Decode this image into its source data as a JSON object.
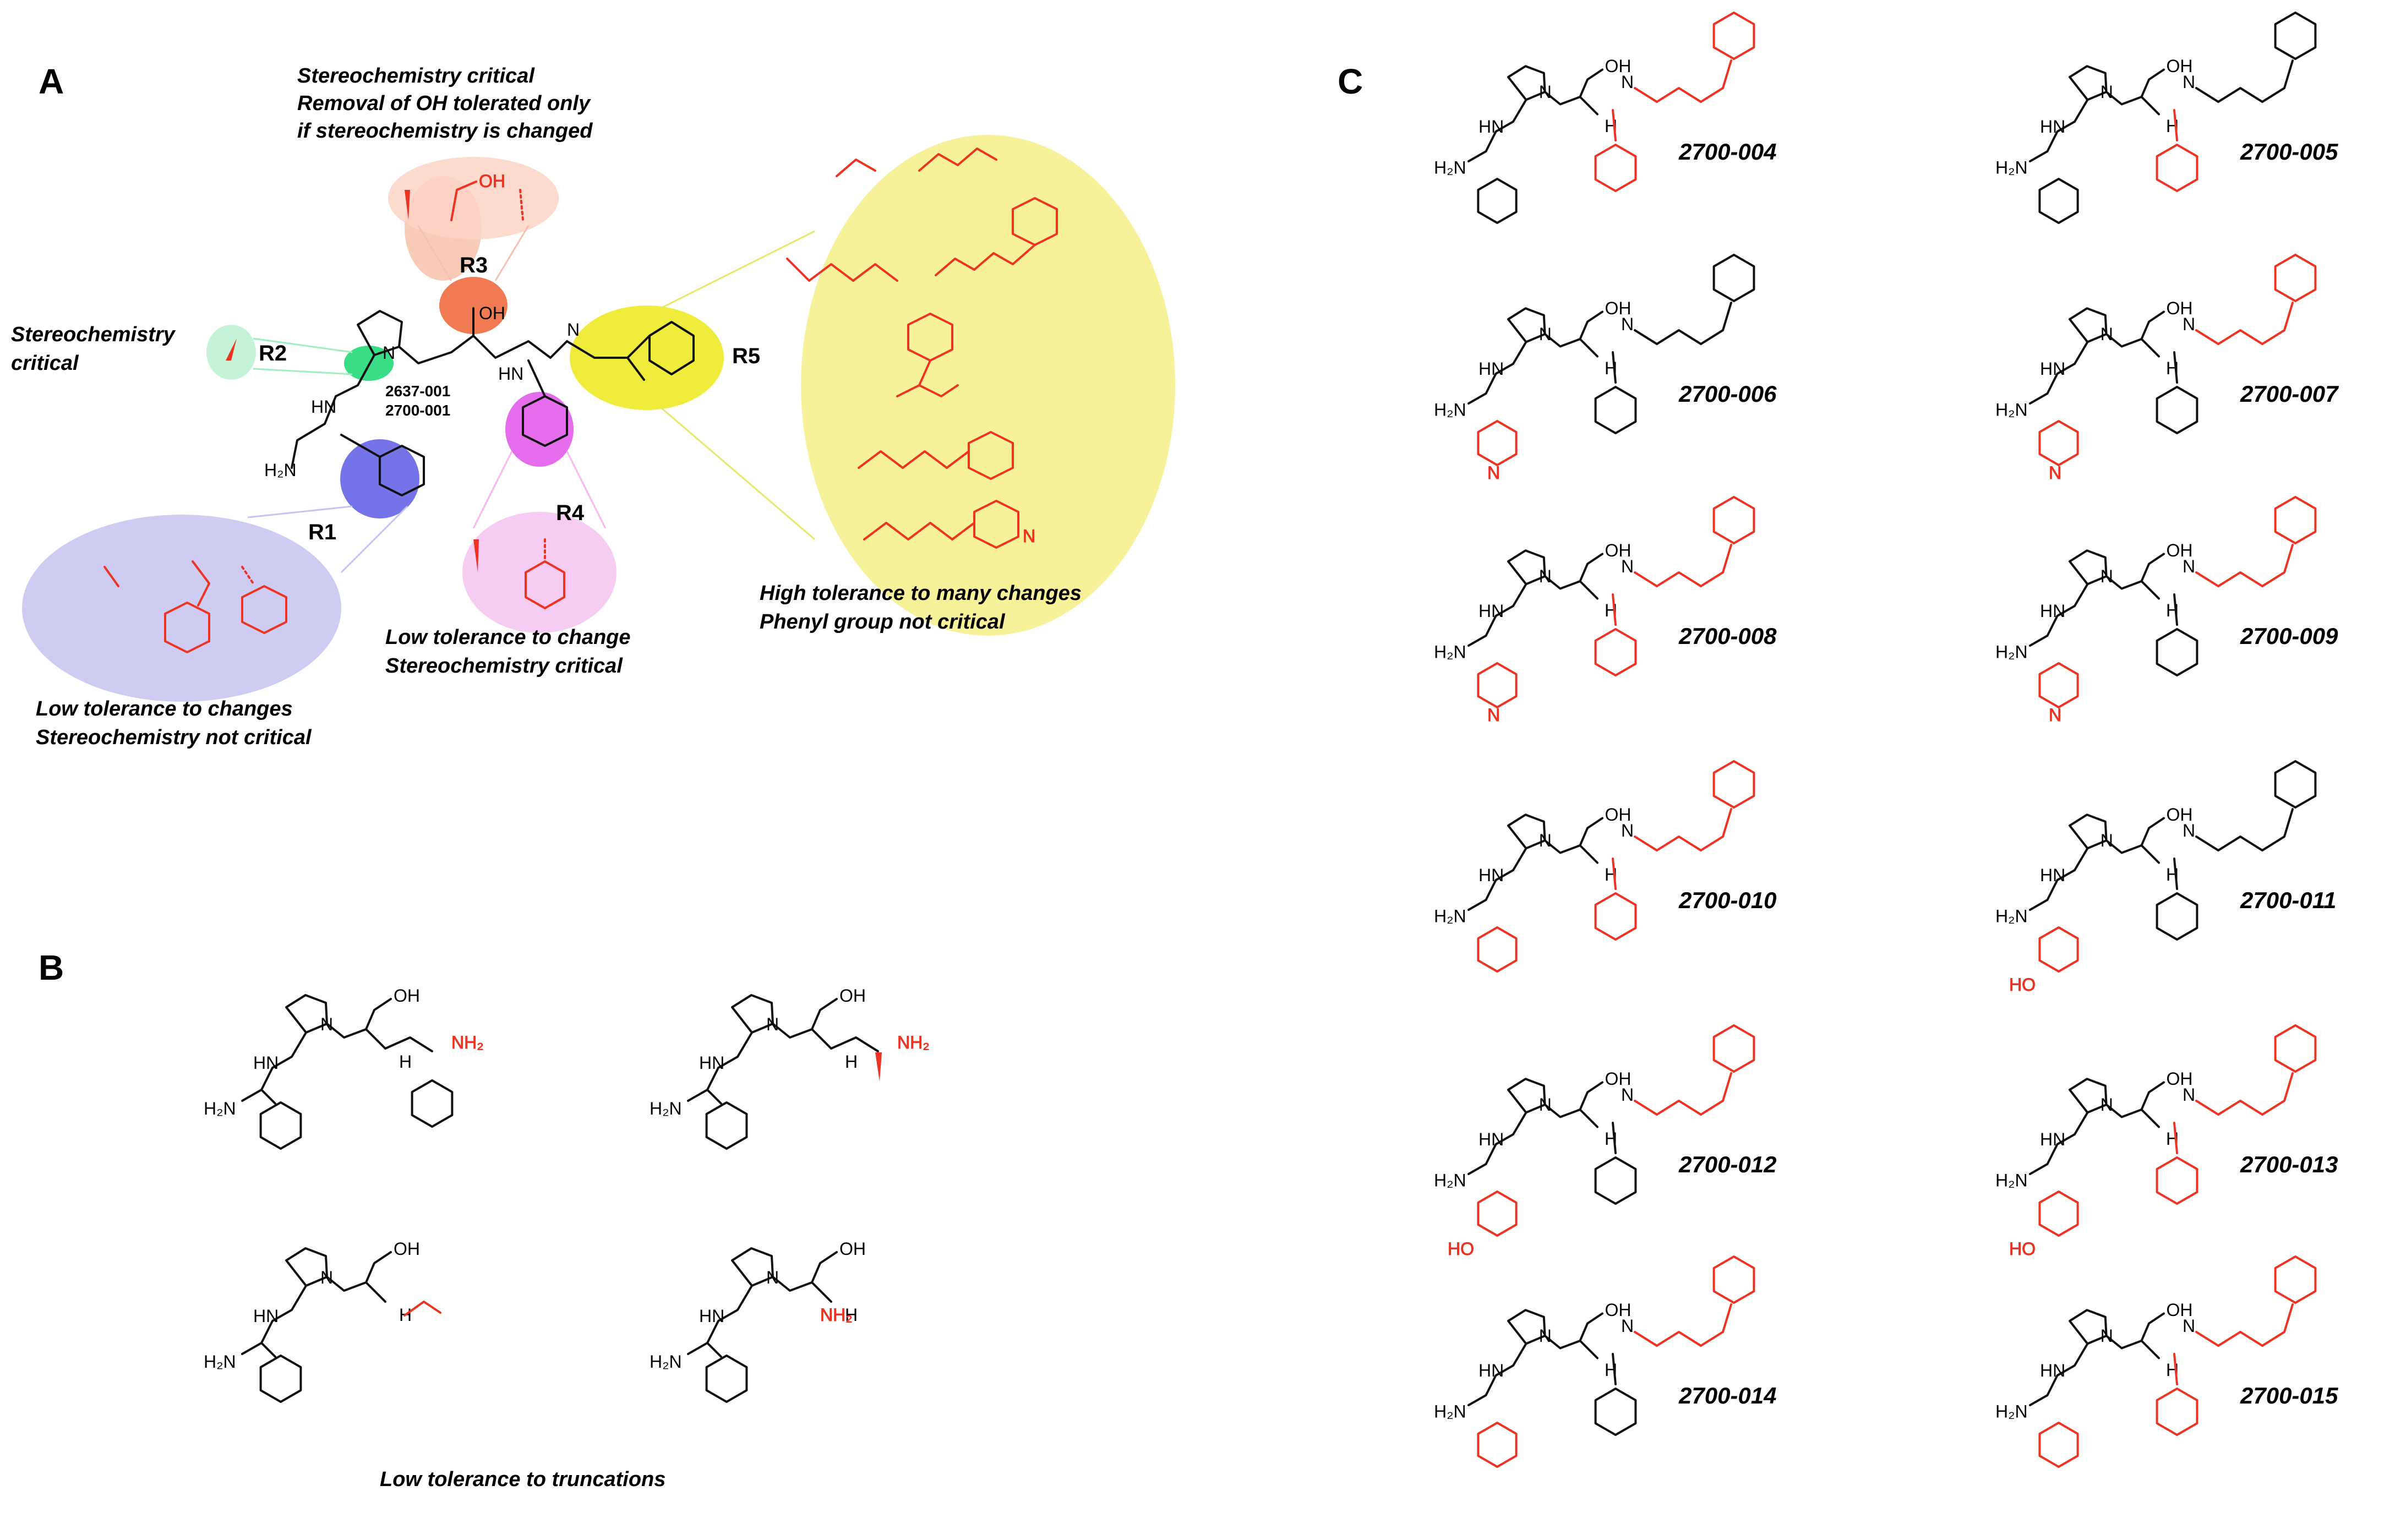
{
  "panels": {
    "a": "A",
    "b": "B",
    "c": "C"
  },
  "colors": {
    "substitution": "#ee3322",
    "r1": "#6e6ee6",
    "r2": "#3ee08a",
    "r3": "#f08860",
    "r4": "#e070e8",
    "r5": "#f2ee40"
  },
  "panel_a": {
    "r_labels": {
      "r1": "R1",
      "r2": "R2",
      "r3": "R3",
      "r4": "R4",
      "r5": "R5"
    },
    "compound_ids": [
      "2637-001",
      "2700-001"
    ],
    "notes": {
      "r2": [
        "Stereochemistry",
        "critical"
      ],
      "r3": [
        "Stereochemistry critical",
        "Removal of OH tolerated only",
        "if stereochemistry is changed"
      ],
      "r1": [
        "Low tolerance to changes",
        "Stereochemistry not critical"
      ],
      "r4": [
        "Low tolerance to change",
        "Stereochemistry critical"
      ],
      "r5": [
        "High tolerance to many changes",
        "Phenyl group not critical"
      ]
    },
    "atoms": {
      "nh2": "H₂N",
      "nh": "HN",
      "n": "N",
      "oh": "OH",
      "ring_n": "N"
    }
  },
  "panel_b": {
    "note": "Low tolerance to truncations",
    "atoms": {
      "nh2_black": "H₂N",
      "nh2_red": "NH₂",
      "nh": "HN",
      "n": "N",
      "oh": "OH",
      "h": "H",
      "n2": "N"
    }
  },
  "panel_c": {
    "compounds": [
      "2700-004",
      "2700-005",
      "2700-006",
      "2700-007",
      "2700-008",
      "2700-009",
      "2700-010",
      "2700-011",
      "2700-012",
      "2700-013",
      "2700-014",
      "2700-015"
    ],
    "atoms": {
      "nh2": "H₂N",
      "nh": "HN",
      "n": "N",
      "oh": "OH",
      "h": "H",
      "ho": "HO",
      "py_n": "N"
    }
  }
}
